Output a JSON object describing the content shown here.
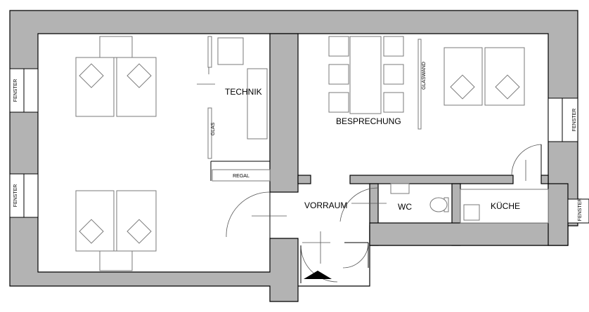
{
  "plan": {
    "rooms": {
      "technik": "TECHNIK",
      "besprechung": "BESPRECHUNG",
      "vorraum": "VORRAUM",
      "wc": "WC",
      "kueche": "KÜCHE"
    },
    "labels": {
      "regal": "REGAL",
      "glas": "GLAS",
      "glaswand": "GLASWAND",
      "fenster": "FENSTER"
    }
  }
}
